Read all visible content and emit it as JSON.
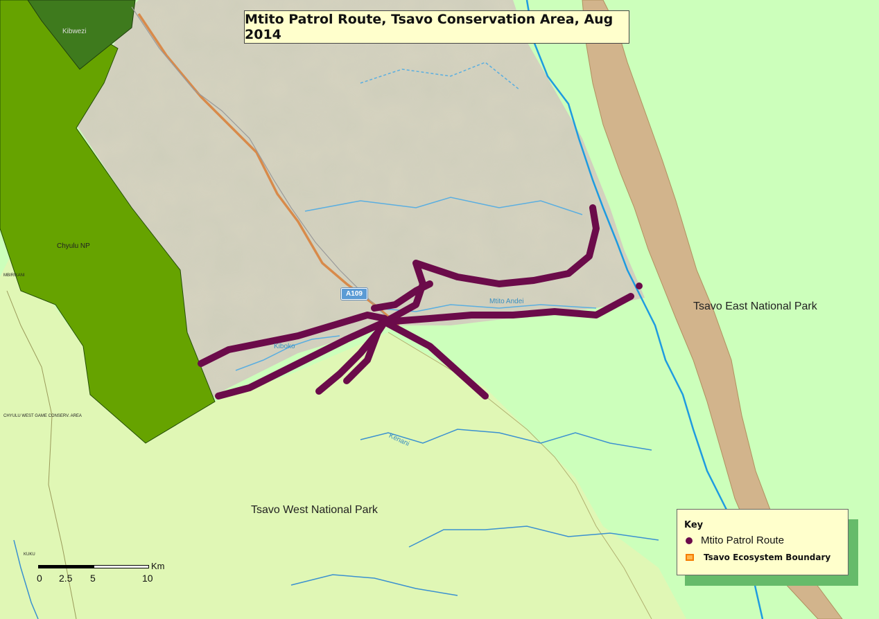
{
  "title": "Mtito Patrol Route, Tsavo Conservation Area, Aug 2014",
  "colors": {
    "park_green": "#ccffbb",
    "tsavo_west": "#e0f7b5",
    "relief": "#d6d3c0",
    "chyulu": "#66a300",
    "kibwezi": "#3e7a1d",
    "river": "#29a3e6",
    "route": "#6b0b4a",
    "ecosystem_boundary": "#f57c00"
  },
  "labels": {
    "kibwezi": "Kibwezi",
    "chyulu": "Chyulu NP",
    "tsavo_east": "Tsavo East National Park",
    "tsavo_west": "Tsavo West National Park",
    "mtito_andei": "Mtito Andei",
    "kiboko": "Kiboko",
    "kenani": "Kenani",
    "mbirikani": "MBIRIKANI",
    "chyulu_west": "CHYULU WEST GAME CONSERV. AREA",
    "kuku": "KUKU",
    "road_shield": "A109"
  },
  "legend": {
    "title": "Key",
    "items": [
      {
        "label": "Mtito Patrol Route",
        "symbol": "dot"
      },
      {
        "label": "Tsavo Ecosystem Boundary",
        "symbol": "box"
      }
    ]
  },
  "scale_bar": {
    "ticks": [
      "0",
      "2.5",
      "5",
      "10"
    ],
    "unit": "Km"
  }
}
